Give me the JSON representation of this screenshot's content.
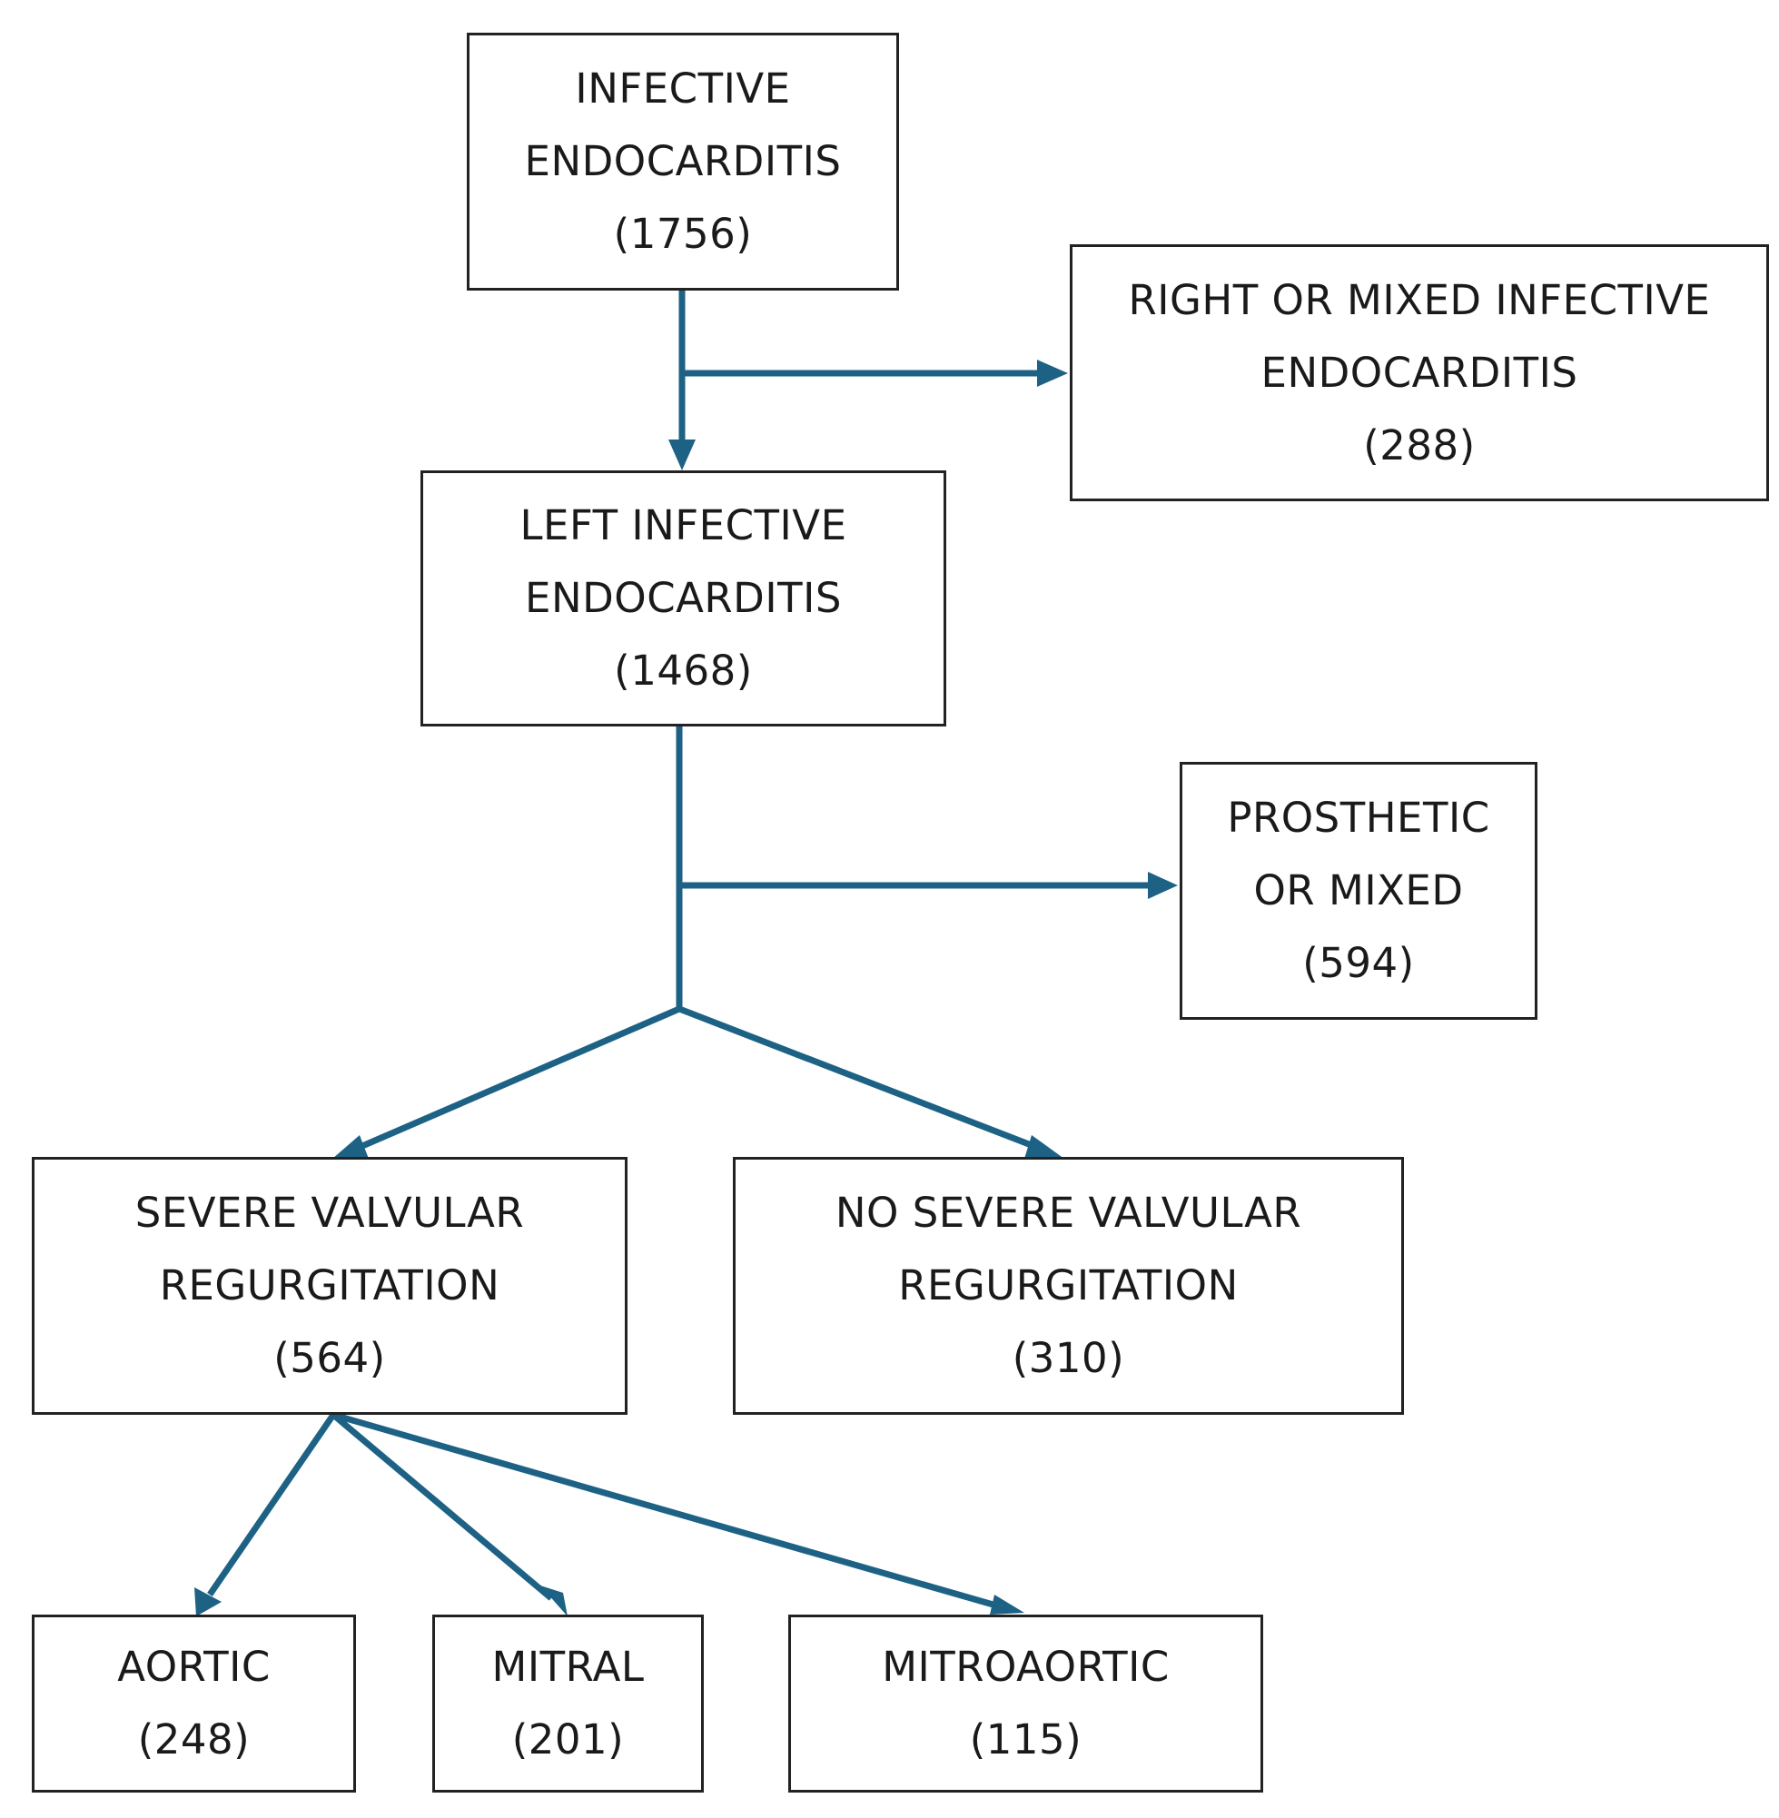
{
  "colors": {
    "connector": "#1d6285",
    "box_border": "#222222",
    "text": "#1a1a1a",
    "background": "#ffffff"
  },
  "nodes": {
    "infective": {
      "line1": "INFECTIVE",
      "line2": "ENDOCARDITIS",
      "count": "(1756)"
    },
    "right_mixed": {
      "line1": "RIGHT OR MIXED INFECTIVE",
      "line2": "ENDOCARDITIS",
      "count": "(288)"
    },
    "left": {
      "line1": "LEFT INFECTIVE",
      "line2": "ENDOCARDITIS",
      "count": "(1468)"
    },
    "prosthetic": {
      "line1": "PROSTHETIC",
      "line2": "OR MIXED",
      "count": "(594)"
    },
    "severe": {
      "line1": "SEVERE VALVULAR",
      "line2": "REGURGITATION",
      "count": "(564)"
    },
    "no_severe": {
      "line1": "NO SEVERE VALVULAR",
      "line2": "REGURGITATION",
      "count": "(310)"
    },
    "aortic": {
      "line1": "AORTIC",
      "count": "(248)"
    },
    "mitral": {
      "line1": "MITRAL",
      "count": "(201)"
    },
    "mitroaortic": {
      "line1": "MITROAORTIC",
      "count": "(115)"
    }
  },
  "edges": [
    {
      "from": "infective",
      "to": "left"
    },
    {
      "from": "infective",
      "to": "right_mixed"
    },
    {
      "from": "left",
      "to": "prosthetic"
    },
    {
      "from": "left",
      "to": "severe"
    },
    {
      "from": "left",
      "to": "no_severe"
    },
    {
      "from": "severe",
      "to": "aortic"
    },
    {
      "from": "severe",
      "to": "mitral"
    },
    {
      "from": "severe",
      "to": "mitroaortic"
    }
  ]
}
